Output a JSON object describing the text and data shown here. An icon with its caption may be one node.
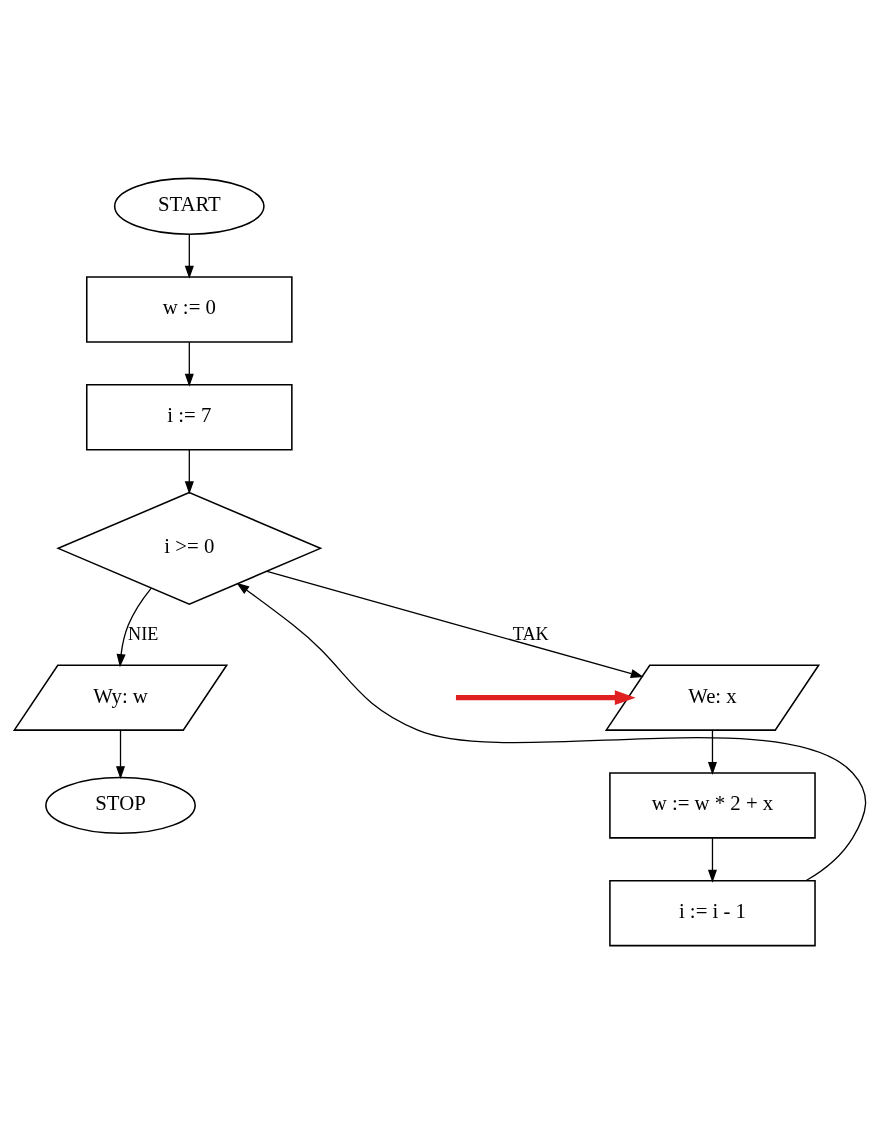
{
  "diagram": {
    "nodes": [
      {
        "text": [
          "START"
        ]
      },
      {
        "text": [
          "w := 0"
        ]
      },
      {
        "text": [
          "i := 7"
        ]
      },
      {
        "text": [
          "i >= 0"
        ]
      },
      {
        "text": [
          "We: x"
        ]
      },
      {
        "text": [
          "w := w * 2 + x"
        ]
      },
      {
        "text": [
          "i := i - 1"
        ]
      },
      {
        "text": [
          "Wy: w"
        ]
      },
      {
        "text": [
          "STOP"
        ]
      }
    ],
    "edges": [
      {
        "from": 0,
        "to": 1,
        "arrow": "to"
      },
      {
        "from": 1,
        "to": 2,
        "arrow": "to"
      },
      {
        "from": 2,
        "to": 3,
        "arrow": "to"
      },
      {
        "from": 3,
        "to": 4,
        "arrow": "to",
        "label": "TAK"
      },
      {
        "from": 3,
        "to": 7,
        "arrow": "to",
        "label": "NIE"
      },
      {
        "from": 4,
        "to": 5,
        "arrow": "to"
      },
      {
        "from": 5,
        "to": 6,
        "arrow": "to"
      },
      {
        "from": 6,
        "to": 3,
        "arrow": "to"
      },
      {
        "from": 7,
        "to": 8,
        "arrow": "to"
      },
      {
        "from": null,
        "to": 4,
        "arrow": "to",
        "style": "thick",
        "color": "#e02020"
      }
    ]
  }
}
